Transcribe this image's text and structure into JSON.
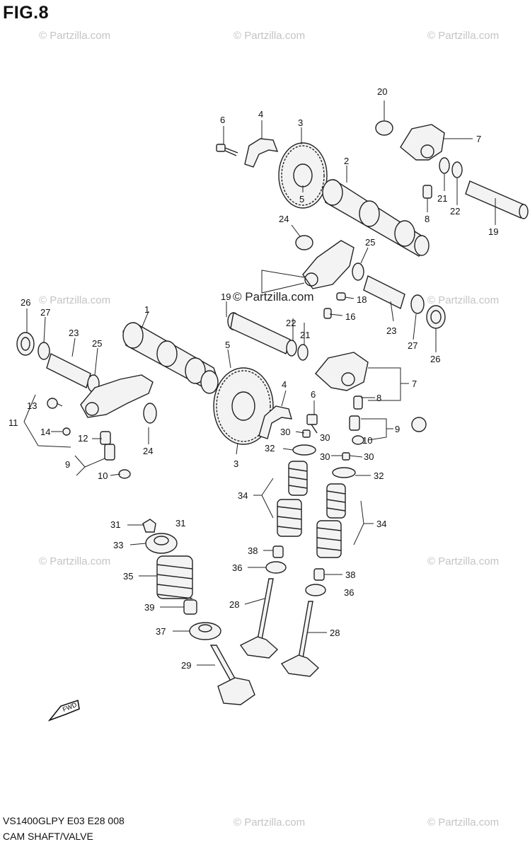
{
  "figure_title": "FIG.8",
  "watermark_text": "© Partzilla.com",
  "center_watermark": "© Partzilla.com",
  "footer": {
    "model_code": "VS1400GLPY  E03  E28  008",
    "section_name": "CAM SHAFT/VALVE"
  },
  "fwd_label": "FWD",
  "callouts": [
    "20",
    "7",
    "6",
    "4",
    "3",
    "2",
    "21",
    "8",
    "22",
    "19",
    "24",
    "5",
    "25",
    "19",
    "18",
    "16",
    "22",
    "21",
    "23",
    "27",
    "26",
    "1",
    "26",
    "27",
    "23",
    "25",
    "5",
    "7",
    "4",
    "6",
    "8",
    "9",
    "13",
    "11",
    "14",
    "12",
    "24",
    "30",
    "30",
    "10",
    "9",
    "10",
    "32",
    "30",
    "30",
    "3",
    "32",
    "34",
    "34",
    "31",
    "31",
    "33",
    "38",
    "36",
    "35",
    "38",
    "36",
    "28",
    "39",
    "37",
    "28",
    "29"
  ]
}
